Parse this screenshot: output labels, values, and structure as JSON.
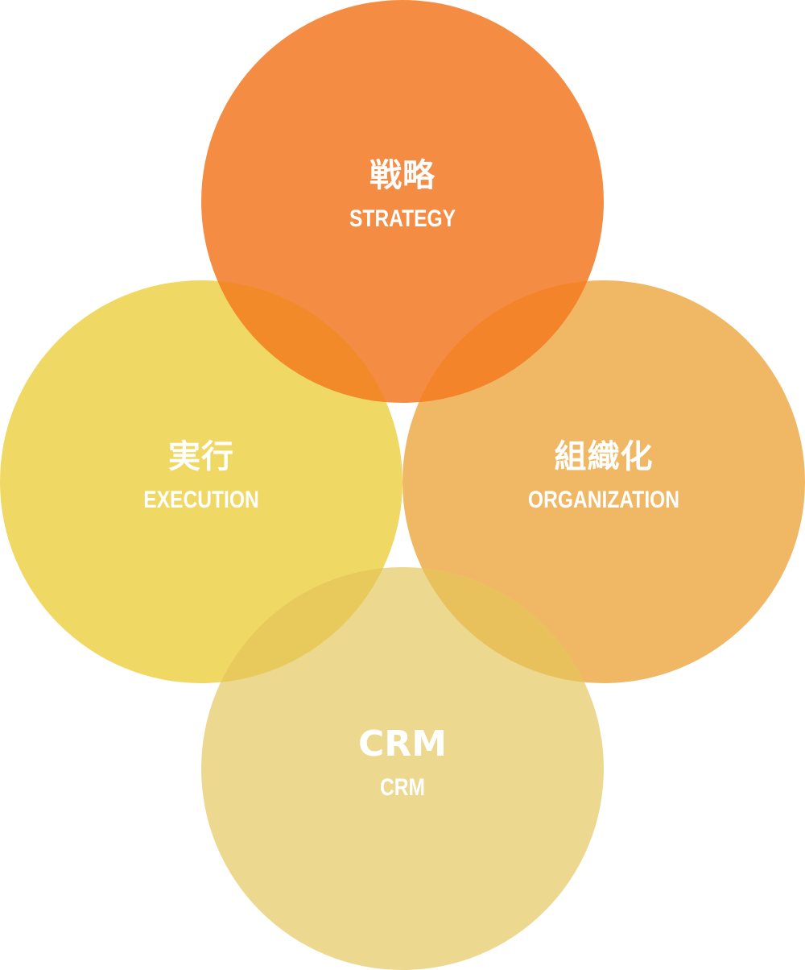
{
  "diagram": {
    "circles": [
      {
        "id": "strategy",
        "title": "戦略",
        "subtitle": "STRATEGY",
        "color": "#F48D43"
      },
      {
        "id": "execution",
        "title": "実行",
        "subtitle": "EXECUTION",
        "color": "#F0D865"
      },
      {
        "id": "organization",
        "title": "組織化",
        "subtitle": "ORGANIZATION",
        "color": "#F0B865"
      },
      {
        "id": "crm",
        "title": "CRM",
        "subtitle": "CRM",
        "color": "#EDD890"
      }
    ],
    "overlap_colors": {
      "strategy_execution": "#F38A2A",
      "strategy_organization": "#F3842A",
      "execution_crm": "#E8CA5C",
      "organization_crm": "#E8C15C"
    }
  }
}
